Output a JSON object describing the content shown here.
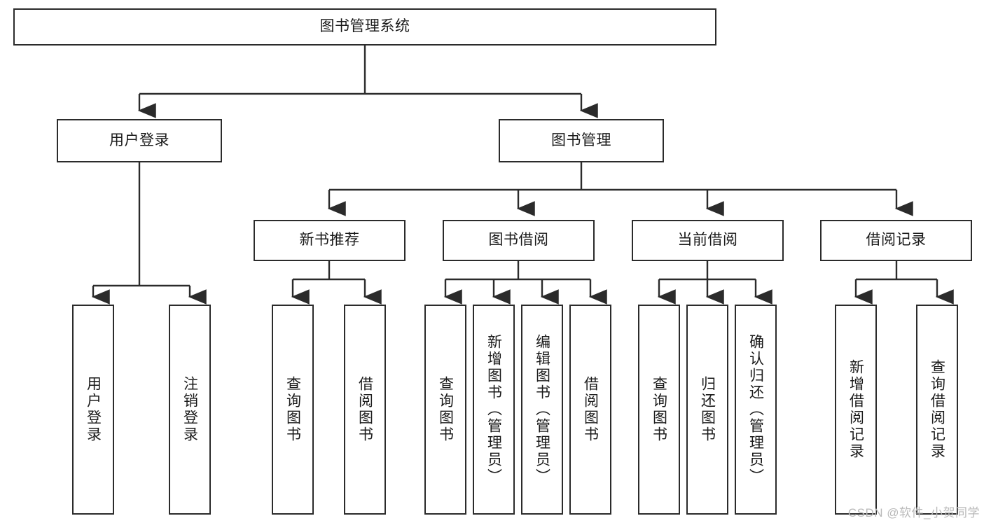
{
  "diagram": {
    "title": "图书管理系统",
    "type": "tree-hierarchy",
    "colors": {
      "border": "#2b2b2b",
      "background": "#ffffff",
      "text": "#1a1a1a",
      "watermark": "#b9b9b9"
    },
    "root": {
      "label": "图书管理系统"
    },
    "level2": [
      {
        "label": "用户登录"
      },
      {
        "label": "图书管理"
      }
    ],
    "level3": [
      {
        "label": "新书推荐"
      },
      {
        "label": "图书借阅"
      },
      {
        "label": "当前借阅"
      },
      {
        "label": "借阅记录"
      }
    ],
    "leaves": {
      "user_login": [
        {
          "label": "用户登录"
        },
        {
          "label": "注销登录"
        }
      ],
      "new_book_recommend": [
        {
          "label": "查询图书"
        },
        {
          "label": "借阅图书"
        }
      ],
      "book_borrow": [
        {
          "label": "查询图书"
        },
        {
          "label": "新增图书（管理员）"
        },
        {
          "label": "编辑图书（管理员）"
        },
        {
          "label": "借阅图书"
        }
      ],
      "current_borrow": [
        {
          "label": "查询图书"
        },
        {
          "label": "归还图书"
        },
        {
          "label": "确认归还（管理员）"
        }
      ],
      "borrow_record": [
        {
          "label": "新增借阅记录"
        },
        {
          "label": "查询借阅记录"
        }
      ]
    },
    "watermark": "CSDN @软件_小贺同学"
  }
}
